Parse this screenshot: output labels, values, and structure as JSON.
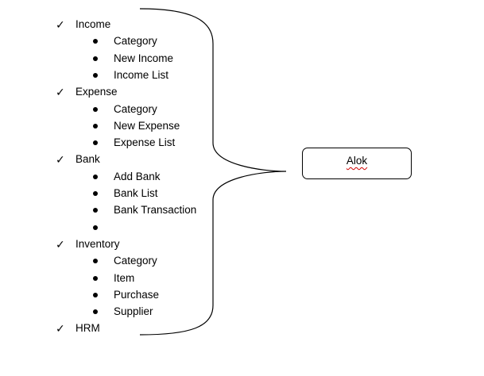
{
  "tree": [
    {
      "label": "Income",
      "marker": "✓",
      "children": [
        "Category",
        "New Income",
        "Income List"
      ]
    },
    {
      "label": "Expense",
      "marker": "✓",
      "children": [
        "Category",
        "New Expense",
        "Expense List"
      ]
    },
    {
      "label": "Bank",
      "marker": "✓",
      "children": [
        "Add Bank",
        "Bank List",
        "Bank Transaction",
        ""
      ]
    },
    {
      "label": "Inventory",
      "marker": "✓",
      "children": [
        "Category",
        "Item",
        "Purchase",
        "Supplier"
      ]
    },
    {
      "label": "HRM",
      "marker": "✓",
      "children": []
    }
  ],
  "node": {
    "label": "Alok"
  },
  "colors": {
    "line": "#000000",
    "spellcheck": "#d00000"
  }
}
